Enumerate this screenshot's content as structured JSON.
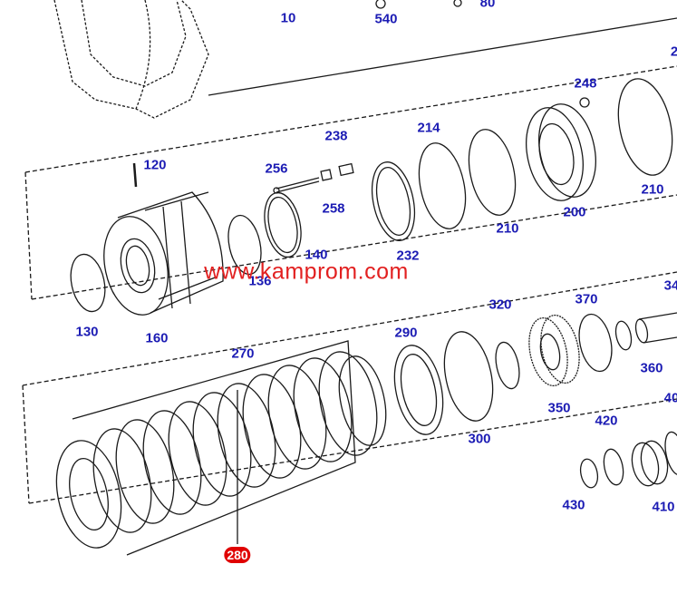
{
  "watermark": "www.kamprom.com",
  "colors": {
    "label": "#1c1cb4",
    "ink": "#1a1a1a",
    "highlight": "#e00000",
    "watermark": "#e22020"
  },
  "labels": {
    "l10": "10",
    "l540": "540",
    "l80": "80",
    "l248": "248",
    "l120": "120",
    "l238": "238",
    "l214": "214",
    "l256": "256",
    "l258": "258",
    "l210a": "210",
    "l200": "200",
    "l210b": "210",
    "l140": "140",
    "l136": "136",
    "l232": "232",
    "l130": "130",
    "l160": "160",
    "l270": "270",
    "l290": "290",
    "l320": "320",
    "l370": "370",
    "l34": "34",
    "l360": "360",
    "l40": "40",
    "l350": "350",
    "l300": "300",
    "l420": "420",
    "l430": "430",
    "l410": "410",
    "l280": "280",
    "l2": "2"
  }
}
